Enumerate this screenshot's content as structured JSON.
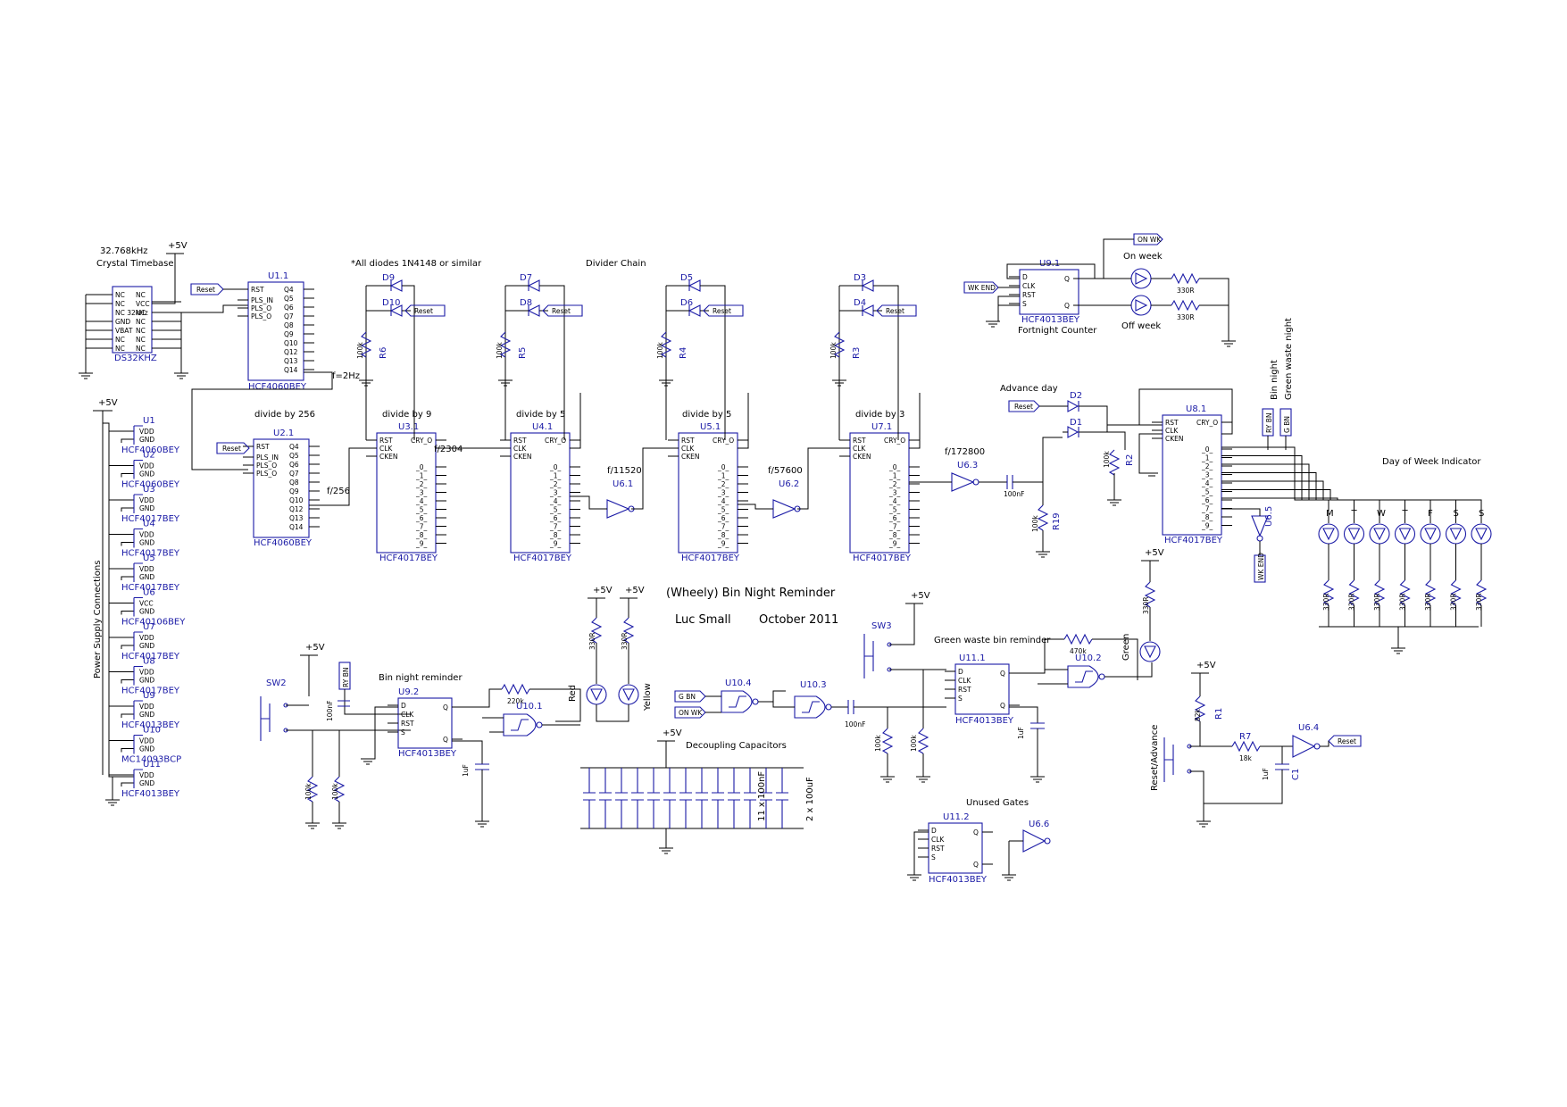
{
  "title": "(Wheely) Bin Night Reminder",
  "author": "Luc Small",
  "date": "October 2011",
  "colors": {
    "symbol": "#1a1aa6",
    "wire": "#000000",
    "background": "#ffffff"
  },
  "notes": {
    "crystal_freq": "32.768kHz",
    "crystal_label": "Crystal Timebase",
    "diodes_note": "*All diodes 1N4148 or similar",
    "divider_chain": "Divider Chain",
    "decoupling": "Decoupling Capacitors",
    "unused_gates": "Unused Gates",
    "advance_day": "Advance day",
    "day_of_week": "Day of Week Indicator",
    "fortnight_counter": "Fortnight Counter",
    "bin_night_reminder": "Bin night reminder",
    "green_waste_reminder": "Green waste bin reminder",
    "power_supply": "Power Supply Connections",
    "reset_advance": "Reset/Advance",
    "on_week": "On week",
    "off_week": "Off week",
    "bin_night_vert": "Bin night",
    "green_waste_vert": "Green waste night",
    "cap_11x": "11 x 100nF",
    "cap_2x": "2 x 100uF"
  },
  "nets": {
    "vplus": "+5V",
    "reset": "Reset",
    "wk_end": "WK END",
    "on_wk": "ON WK",
    "g_bn": "G BN",
    "ry_bn": "RY BN"
  },
  "stages": {
    "div256": "divide by 256",
    "div9": "divide by 9",
    "div5a": "divide by 5",
    "div5b": "divide by 5",
    "div3": "divide by 3",
    "f2hz": "f=2Hz",
    "f256": "f/256",
    "f2304": "f/2304",
    "f11520": "f/11520",
    "f57600": "f/57600",
    "f172800": "f/172800"
  },
  "days": [
    "M",
    "T",
    "W",
    "T",
    "F",
    "S",
    "S"
  ],
  "refs": {
    "u1": "U1.1",
    "u2": "U2.1",
    "u3": "U3.1",
    "u4": "U4.1",
    "u5": "U5.1",
    "u7": "U7.1",
    "u8": "U8.1",
    "u9": "U9.1",
    "u92": "U9.2",
    "u111": "U11.1",
    "u112": "U11.2",
    "u61": "U6.1",
    "u62": "U6.2",
    "u63": "U6.3",
    "u64": "U6.4",
    "u65": "U6.5",
    "u66": "U6.6",
    "u101": "U10.1",
    "u102": "U10.2",
    "u103": "U10.3",
    "u104": "U10.4",
    "ds": "DS32KHZ",
    "d1": "D1",
    "d2": "D2",
    "d3": "D3",
    "d4": "D4",
    "d5": "D5",
    "d6": "D6",
    "d7": "D7",
    "d8": "D8",
    "d9": "D9",
    "d10": "D10",
    "r1": "R1",
    "r2": "R2",
    "r3": "R3",
    "r4": "R4",
    "r5": "R5",
    "r6": "R6",
    "r7": "R7",
    "r19": "R19",
    "sw2": "SW2",
    "sw3": "SW3",
    "c1": "C1"
  },
  "values": {
    "r100k": "100k",
    "r330": "330R",
    "r82k": "82k",
    "r18k": "18k",
    "r220k": "220k",
    "r470k": "470k",
    "c100nf": "100nF",
    "c1uf": "1uF"
  },
  "parts": {
    "hcf4060": "HCF4060BEY",
    "hcf4017": "HCF4017BEY",
    "hcf4013": "HCF4013BEY",
    "hcf40106": "HCF40106BEY",
    "mc14093": "MC14093BCP"
  },
  "colors_leds": {
    "red": "Red",
    "yellow": "Yellow",
    "green": "Green"
  },
  "pins_4017": [
    "RST",
    "CLK",
    "CKEN",
    "CRY_O"
  ],
  "outs_4017": [
    "_0_",
    "_1_",
    "_2_",
    "_3_",
    "_4_",
    "_5_",
    "_6_",
    "_7_",
    "_8_",
    "_9_"
  ],
  "pins_4060_in": [
    "RST",
    "PLS_IN",
    "PLS_O",
    "PLS_O"
  ],
  "pins_4060_out": [
    "Q4",
    "Q5",
    "Q6",
    "Q7",
    "Q8",
    "Q9",
    "Q10",
    "Q12",
    "Q13",
    "Q14"
  ],
  "pins_4013": [
    "D",
    "CLK",
    "RST",
    "S",
    "Q",
    "Q"
  ],
  "ds_pins_left": [
    "NC",
    "NC",
    "NC 32kHz",
    "GND",
    "VBAT",
    "NC",
    "NC"
  ],
  "ds_pins_right": [
    "NC",
    "VCC",
    "NC",
    "NC",
    "NC",
    "NC",
    "NC"
  ],
  "supply_units": [
    {
      "ref": "U1",
      "a": "VDD",
      "b": "GND",
      "part": "HCF4060BEY"
    },
    {
      "ref": "U2",
      "a": "VDD",
      "b": "GND",
      "part": "HCF4060BEY"
    },
    {
      "ref": "U3",
      "a": "VDD",
      "b": "GND",
      "part": "HCF4017BEY"
    },
    {
      "ref": "U4",
      "a": "VDD",
      "b": "GND",
      "part": "HCF4017BEY"
    },
    {
      "ref": "U5",
      "a": "VDD",
      "b": "GND",
      "part": "HCF4017BEY"
    },
    {
      "ref": "U6",
      "a": "VCC",
      "b": "GND",
      "part": "HCF40106BEY"
    },
    {
      "ref": "U7",
      "a": "VDD",
      "b": "GND",
      "part": "HCF4017BEY"
    },
    {
      "ref": "U8",
      "a": "VDD",
      "b": "GND",
      "part": "HCF4017BEY"
    },
    {
      "ref": "U9",
      "a": "VDD",
      "b": "GND",
      "part": "HCF4013BEY"
    },
    {
      "ref": "U10",
      "a": "VDD",
      "b": "GND",
      "part": "MC14093BCP"
    },
    {
      "ref": "U11",
      "a": "VDD",
      "b": "GND",
      "part": "HCF4013BEY"
    }
  ]
}
